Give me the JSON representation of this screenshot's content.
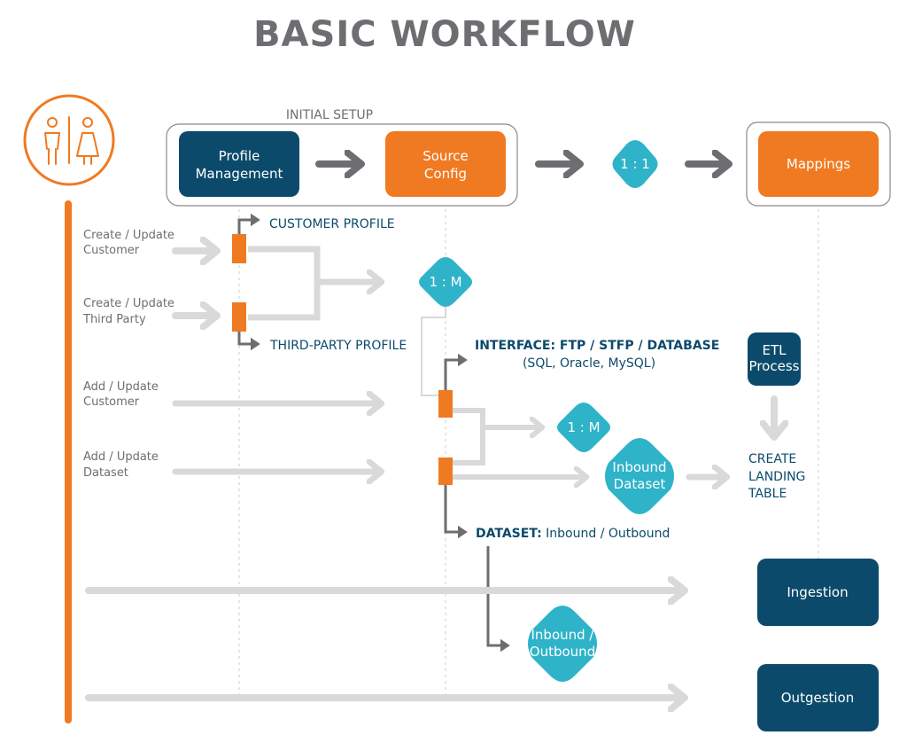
{
  "title": "BASIC WORKFLOW",
  "colors": {
    "navy": "#0b4a6b",
    "orange": "#f07a22",
    "teal": "#2eb3c9",
    "dark_arrow": "#6d6e71",
    "light_arrow": "#d9d9d9"
  },
  "user_icon": "people-icon",
  "initial_setup": {
    "label": "INITIAL SETUP",
    "profile_management": [
      "Profile",
      "Management"
    ],
    "source_config": [
      "Source",
      "Config"
    ]
  },
  "ratio_1_1": "1 : 1",
  "mappings": "Mappings",
  "create_update_customer": [
    "Create / Update",
    "Customer"
  ],
  "create_update_third_party": [
    "Create / Update",
    "Third Party"
  ],
  "customer_profile": "CUSTOMER PROFILE",
  "third_party_profile": "THIRD-PARTY PROFILE",
  "ratio_1_m_a": "1 : M",
  "interface": {
    "label": "INTERFACE: FTP / STFP / DATABASE",
    "sub": "(SQL, Oracle, MySQL)"
  },
  "etl_process": [
    "ETL",
    "Process"
  ],
  "add_update_customer": [
    "Add / Update",
    "Customer"
  ],
  "add_update_dataset": [
    "Add / Update",
    "Dataset"
  ],
  "ratio_1_m_b": "1 : M",
  "inbound_dataset": [
    "Inbound",
    "Dataset"
  ],
  "create_landing_table": [
    "CREATE",
    "LANDING",
    "TABLE"
  ],
  "dataset": {
    "bold": "DATASET:",
    "rest": " Inbound / Outbound"
  },
  "ingestion": "Ingestion",
  "inbound_outbound": [
    "Inbound /",
    "Outbound"
  ],
  "outgestion": "Outgestion"
}
